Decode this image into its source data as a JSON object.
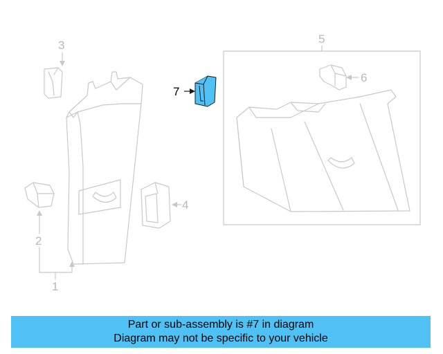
{
  "callouts": {
    "c1": "1",
    "c2": "2",
    "c3": "3",
    "c4": "4",
    "c5": "5",
    "c6": "6",
    "c7": "7"
  },
  "banner": {
    "line1": "Part or sub-assembly is #7 in diagram",
    "line2": "Diagram may not be specific to your vehicle"
  },
  "colors": {
    "highlight": "#4fc1f5",
    "outline": "#c8c8c8",
    "banner": "#4fc1f5"
  }
}
